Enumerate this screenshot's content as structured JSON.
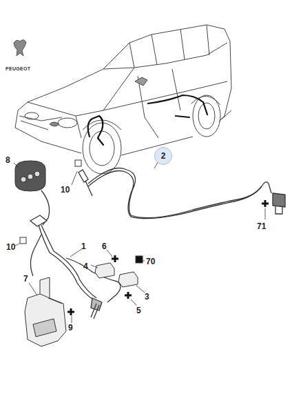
{
  "diagram": {
    "nodes": [
      {
        "text": [
          "2"
        ]
      }
    ],
    "labels": [
      "PEUGEOT",
      "8",
      "10",
      "71",
      "1",
      "6",
      "70",
      "4",
      "3",
      "5",
      "7",
      "9",
      "10"
    ]
  }
}
